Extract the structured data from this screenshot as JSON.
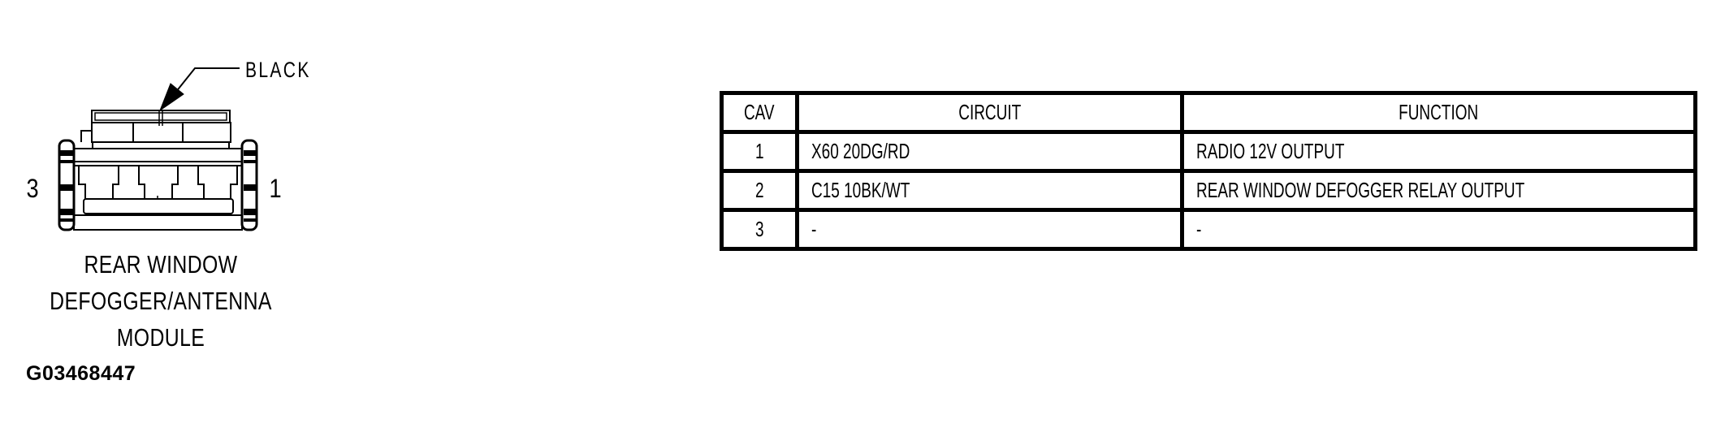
{
  "diagram": {
    "background": "#ffffff",
    "line_color": "#000000",
    "connector": {
      "color_label": "BLACK",
      "pin_left": "3",
      "pin_right": "1",
      "caption_lines": [
        "REAR WINDOW",
        "DEFOGGER/ANTENNA",
        "MODULE"
      ],
      "figure_id": "G03468447"
    }
  },
  "pinout_table": {
    "headers": [
      "CAV",
      "CIRCUIT",
      "FUNCTION"
    ],
    "rows": [
      {
        "cav": "1",
        "circuit": "X60 20DG/RD",
        "function": "RADIO 12V OUTPUT"
      },
      {
        "cav": "2",
        "circuit": "C15 10BK/WT",
        "function": "REAR WINDOW DEFOGGER RELAY OUTPUT"
      },
      {
        "cav": "3",
        "circuit": "-",
        "function": "-"
      }
    ]
  }
}
